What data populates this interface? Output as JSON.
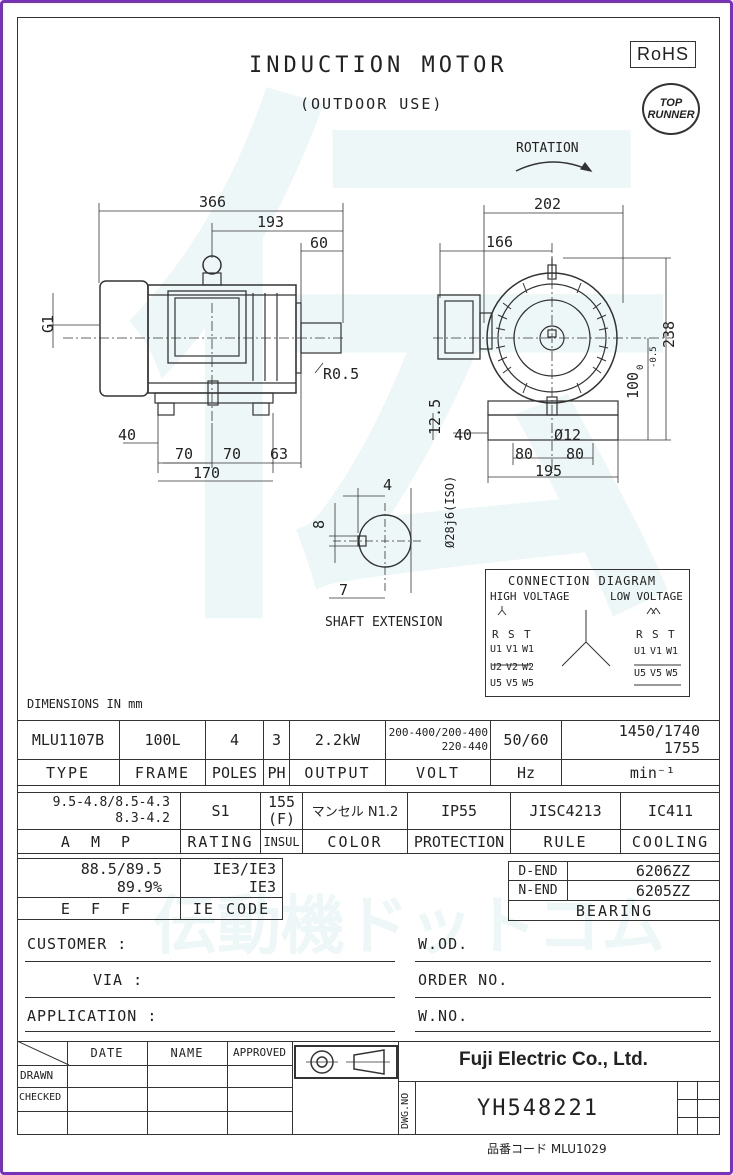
{
  "title": "INDUCTION MOTOR",
  "subtitle": "(OUTDOOR USE)",
  "rohs": "RoHS",
  "top_runner": [
    "TOP",
    "RUNNER"
  ],
  "rotation_label": "ROTATION",
  "dimensions": {
    "d366": "366",
    "d193": "193",
    "d60": "60",
    "g1": "G1",
    "r05": "R0.5",
    "d40": "40",
    "d70a": "70",
    "d70b": "70",
    "d63": "63",
    "d170": "170",
    "d202": "202",
    "d166": "166",
    "d238": "238",
    "d100": "100",
    "d100_tol": "0",
    "d100_tol2": "-0.5",
    "d125": "12.5",
    "d40b": "40",
    "d12": "Ø12",
    "d80a": "80",
    "d80b": "80",
    "d195": "195",
    "s4": "4",
    "s8": "8",
    "s7": "7",
    "s28": "Ø28j6(ISO)"
  },
  "shaft_extension": "SHAFT EXTENSION",
  "dimensions_unit": "DIMENSIONS IN mm",
  "connection": {
    "title": "CONNECTION DIAGRAM",
    "high": "HIGH VOLTAGE",
    "low": "LOW VOLTAGE",
    "rst": [
      "R",
      "S",
      "T"
    ],
    "u1v1w1": [
      "U1",
      "V1",
      "W1"
    ],
    "u2v2w2": [
      "U2",
      "V2",
      "W2"
    ],
    "u5v5w5": [
      "U5",
      "V5",
      "W5"
    ]
  },
  "specs": {
    "row1": {
      "type": "MLU1107B",
      "frame": "100L",
      "poles": "4",
      "ph": "3",
      "output": "2.2kW",
      "volt1": "200-400/200-400",
      "volt2": "220-440",
      "hz": "50/60",
      "min1": "1450/1740",
      "min2": "1755"
    },
    "row1_labels": {
      "type": "TYPE",
      "frame": "FRAME",
      "poles": "POLES",
      "ph": "PH",
      "output": "OUTPUT",
      "volt": "VOLT",
      "hz": "Hz",
      "min": "min⁻¹"
    },
    "row2": {
      "amp1": "9.5-4.8/8.5-4.3",
      "amp2": "8.3-4.2",
      "rating": "S1",
      "insul1": "155",
      "insul2": "(F)",
      "color": "マンセル N1.2",
      "protection": "IP55",
      "rule": "JISC4213",
      "cooling": "IC411"
    },
    "row2_labels": {
      "amp": "A M P",
      "rating": "RATING",
      "insul": "INSUL",
      "color": "COLOR",
      "protection": "PROTECTION",
      "rule": "RULE",
      "cooling": "COOLING"
    },
    "row3": {
      "eff1": "88.5/89.5",
      "eff2": "89.9%",
      "ie1": "IE3/IE3",
      "ie2": "IE3"
    },
    "row3_labels": {
      "eff": "E F F",
      "ie": "IE CODE"
    },
    "bearing": {
      "dend_label": "D-END",
      "dend": "6206ZZ",
      "nend_label": "N-END",
      "nend": "6205ZZ",
      "label": "BEARING"
    }
  },
  "fields": {
    "customer": "CUSTOMER :",
    "via": "VIA :",
    "application": "APPLICATION :",
    "wod": "W.OD.",
    "order": "ORDER NO.",
    "wno": "W.NO."
  },
  "titleblock": {
    "date": "DATE",
    "name": "NAME",
    "approved": "APPROVED",
    "drawn": "DRAWN",
    "checked": "CHECKED",
    "dwgno_label": "DWG.NO",
    "dwgno": "YH548221",
    "company": "Fuji Electric Co., Ltd."
  },
  "footer": "品番コード MLU1029",
  "watermark": "伝動機ドットコム"
}
